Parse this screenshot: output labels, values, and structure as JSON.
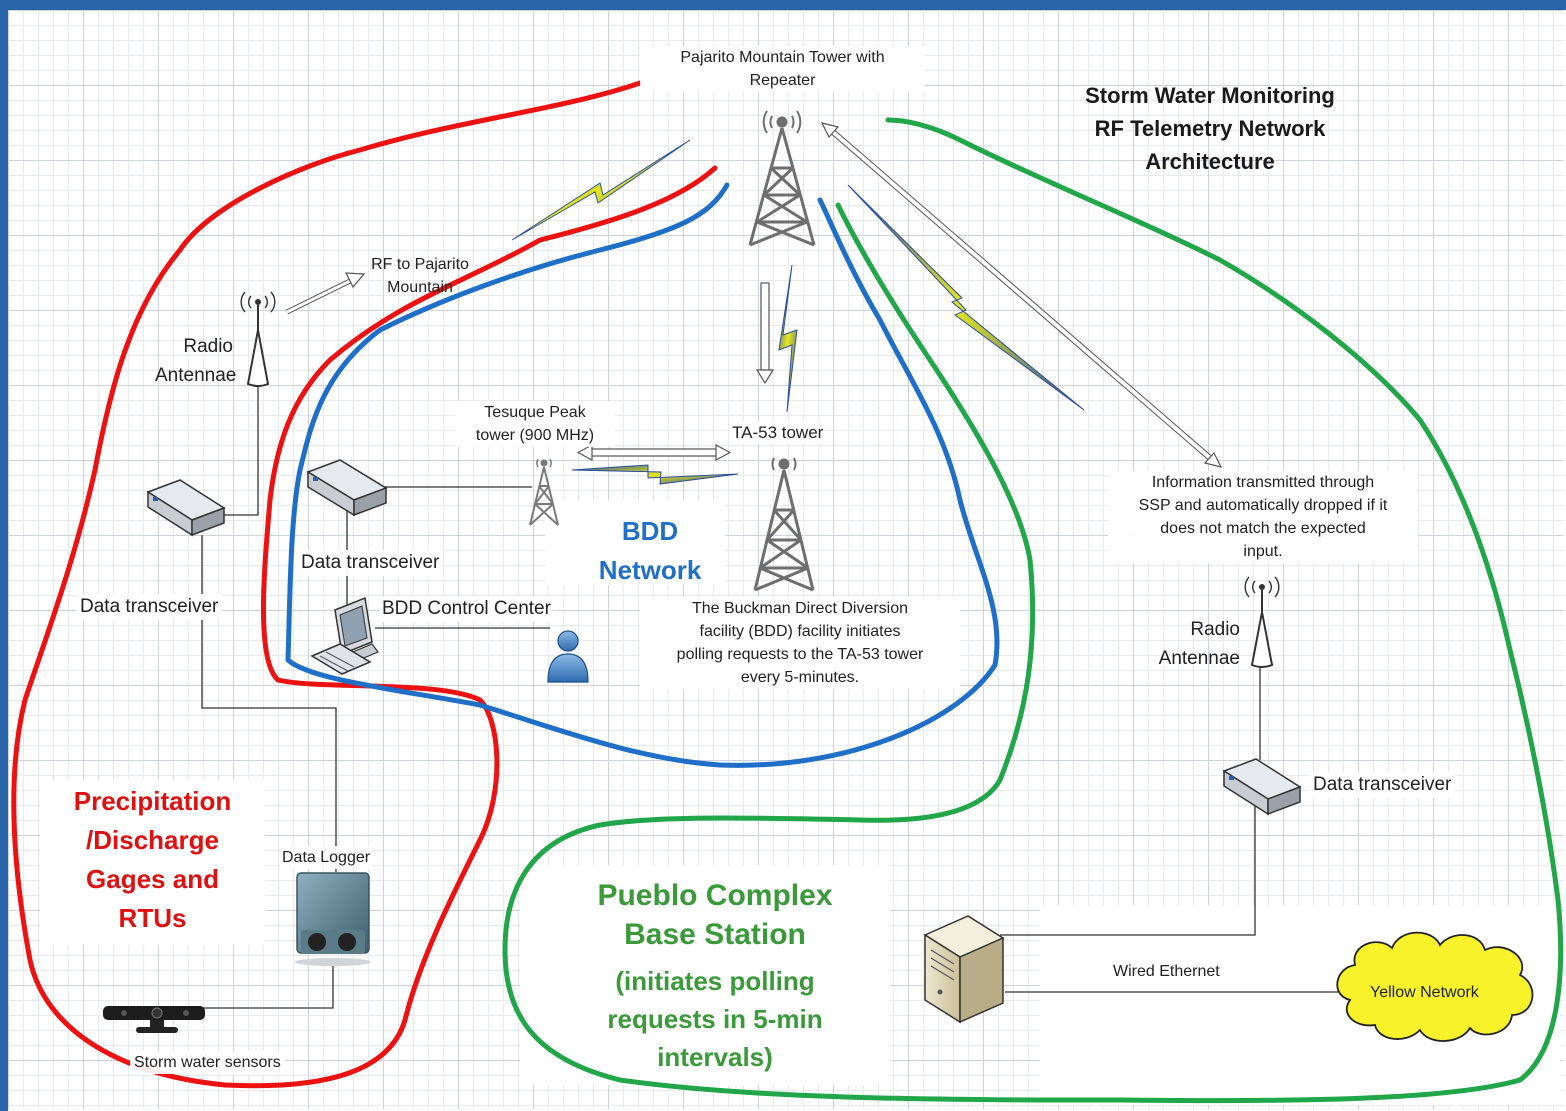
{
  "diagram": {
    "title": [
      "Storm Water Monitoring",
      "RF Telemetry Network",
      "Architecture"
    ],
    "pajarito_tower": [
      "Pajarito Mountain Tower with",
      "Repeater"
    ],
    "rf_to_pajarito": [
      "RF to Pajarito",
      "Mountain"
    ],
    "radio_antennae_left": [
      "Radio",
      "Antennae"
    ],
    "data_transceiver_left": "Data transceiver",
    "data_transceiver_bdd": "Data transceiver",
    "data_logger": "Data Logger",
    "storm_water_sensors": "Storm water sensors",
    "tesuque_peak": [
      "Tesuque Peak",
      "tower (900 MHz)"
    ],
    "ta53_tower": "TA-53 tower",
    "bdd_network": [
      "BDD",
      "Network"
    ],
    "bdd_control_center": "BDD Control Center",
    "bdd_description": [
      "The Buckman Direct Diversion",
      "facility (BDD) facility  initiates",
      "polling requests to the TA-53 tower",
      "every 5-minutes."
    ],
    "info_transmitted": [
      "Information transmitted through",
      "SSP and automatically dropped if it",
      "does not match the expected",
      "input."
    ],
    "radio_antennae_right": [
      "Radio",
      "Antennae"
    ],
    "data_transceiver_right": "Data transceiver",
    "wired_ethernet": "Wired Ethernet",
    "yellow_network": "Yellow Network",
    "precipitation": [
      "Precipitation",
      "/Discharge",
      "Gages and",
      "RTUs"
    ],
    "pueblo_title": [
      "Pueblo Complex",
      "Base Station"
    ],
    "pueblo_sub": [
      "(initiates polling",
      "requests in 5-min",
      "intervals)"
    ]
  },
  "colors": {
    "red_zone": "#ee1111",
    "blue_zone": "#1f6fc8",
    "green_zone": "#22a64a",
    "bdd_text": "#1f6fc8",
    "pueblo_text": "#3a9a3a",
    "precip_text": "#e01010",
    "yellow_cloud": "#f7f22a",
    "frame_blue": "#2a64a8"
  }
}
